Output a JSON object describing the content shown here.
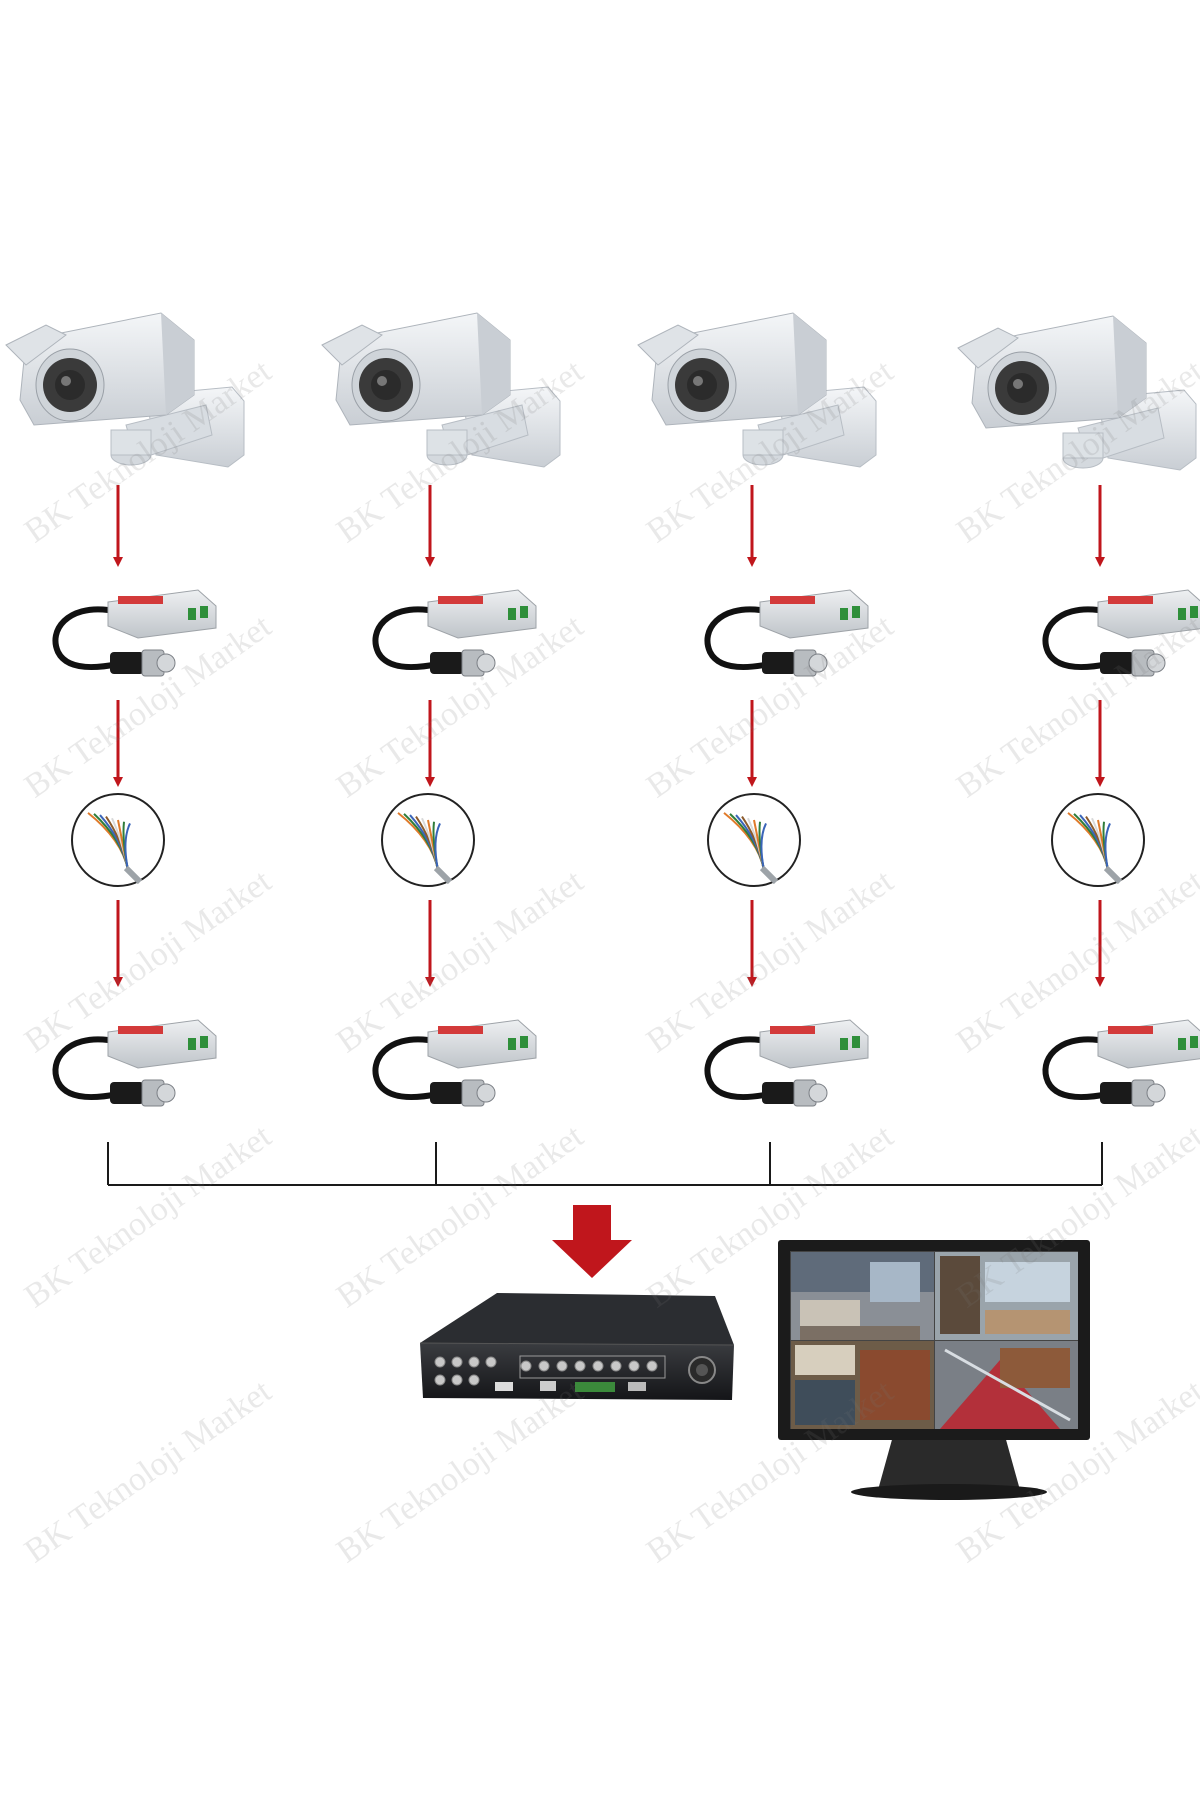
{
  "watermark": {
    "text": "BK Teknoloji Market"
  },
  "channels": [
    {
      "id": 1,
      "camera": "camera",
      "sender": "balun-transmitter",
      "cable": "utp-cable",
      "receiver": "balun-receiver"
    },
    {
      "id": 2,
      "camera": "camera",
      "sender": "balun-transmitter",
      "cable": "utp-cable",
      "receiver": "balun-receiver"
    },
    {
      "id": 3,
      "camera": "camera",
      "sender": "balun-transmitter",
      "cable": "utp-cable",
      "receiver": "balun-receiver"
    },
    {
      "id": 4,
      "camera": "camera",
      "sender": "balun-transmitter",
      "cable": "utp-cable",
      "receiver": "balun-receiver"
    }
  ],
  "colors": {
    "arrow": "#c0161c",
    "bus": "#1a1a1a",
    "camera_body": "#e9ecef",
    "camera_shade": "#c9ced4",
    "lens": "#2b2b2b",
    "balun_body": "#d9dde1",
    "balun_label": "#d33a3a",
    "cable_black": "#111111",
    "dvr_body": "#1e1f22",
    "monitor_frame": "#1b1b1b"
  },
  "icons": [
    "camera-icon",
    "balun-icon",
    "utp-cable-icon",
    "dvr-icon",
    "monitor-icon",
    "down-arrow-icon"
  ]
}
